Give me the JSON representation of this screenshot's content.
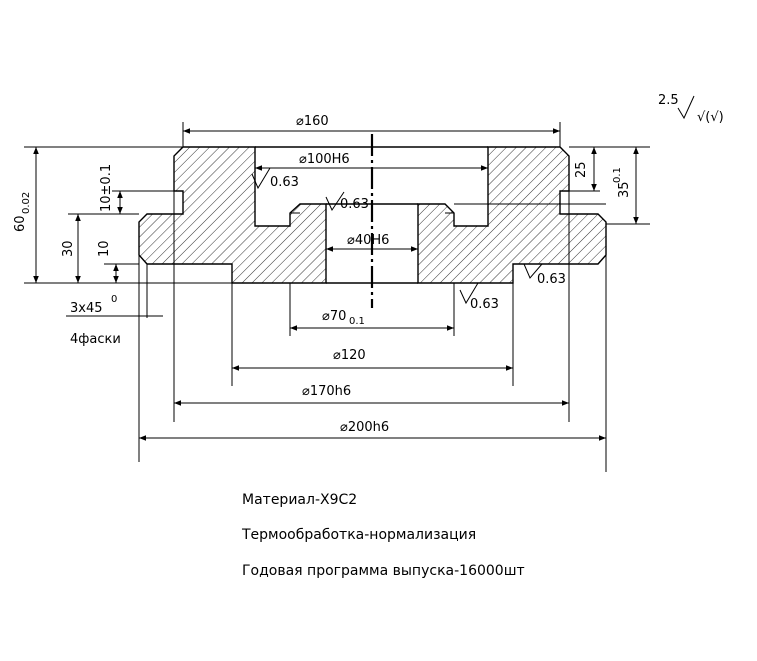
{
  "surface_finish": {
    "value": "2.5",
    "symbol": "√(√)"
  },
  "dimensions": {
    "d160": "⌀160",
    "d100": "⌀100H6",
    "d40": "⌀40H6",
    "d70": "⌀70",
    "d70_tol": "0.1",
    "d120": "⌀120",
    "d170": "⌀170h6",
    "d200": "⌀200h6",
    "h60": "60",
    "h60_tol": "0.02",
    "h30": "30",
    "h10a": "10±0.1",
    "h10b": "10",
    "h25": "25",
    "h35": "35",
    "h35_tol": "0.1",
    "chamfer": "3x45",
    "chamfer_deg": "0",
    "chamfer_count": "4фаски"
  },
  "roughness": {
    "r1": "0.63",
    "r2": "0.63",
    "r3": "0.63",
    "r4": "0.63"
  },
  "notes": [
    "Материал-Х9С2",
    "Термообработка-нормализация",
    "Годовая программа выпуска-16000шт"
  ]
}
